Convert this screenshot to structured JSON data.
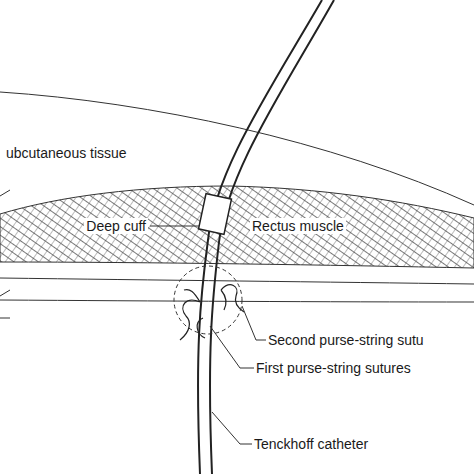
{
  "diagram": {
    "labels": [
      "ubcutaneous tissue",
      "Deep cuff",
      "Rectus muscle",
      "Second purse-string sutu",
      "First purse-string sutures",
      "Tenckhoff catheter"
    ]
  }
}
